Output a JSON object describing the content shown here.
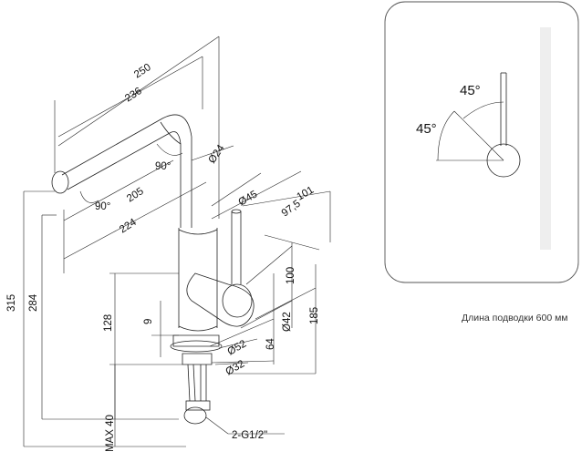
{
  "drawing": {
    "dimensions": {
      "d250": "250",
      "d236": "236",
      "d205": "205",
      "d224": "224",
      "d24": "Ø24",
      "d45": "Ø45",
      "d101": "101",
      "d97_5": "97,5",
      "d100": "100",
      "d42": "Ø42",
      "d185": "185",
      "d315": "315",
      "d284": "284",
      "d128": "128",
      "d9": "9",
      "d64": "64",
      "d52": "Ø52",
      "d32": "Ø32",
      "max40": "MAX 40",
      "thread": "2-G1/2\""
    },
    "angles": {
      "spout_bend": "90°",
      "spout_tip": "90°"
    }
  },
  "lever_panel": {
    "angle_top": "45°",
    "angle_left": "45°"
  },
  "caption": "Длина подводки 600 мм",
  "colors": {
    "line": "#222222",
    "panel_border": "#555555",
    "bar": "#eeeeee"
  }
}
